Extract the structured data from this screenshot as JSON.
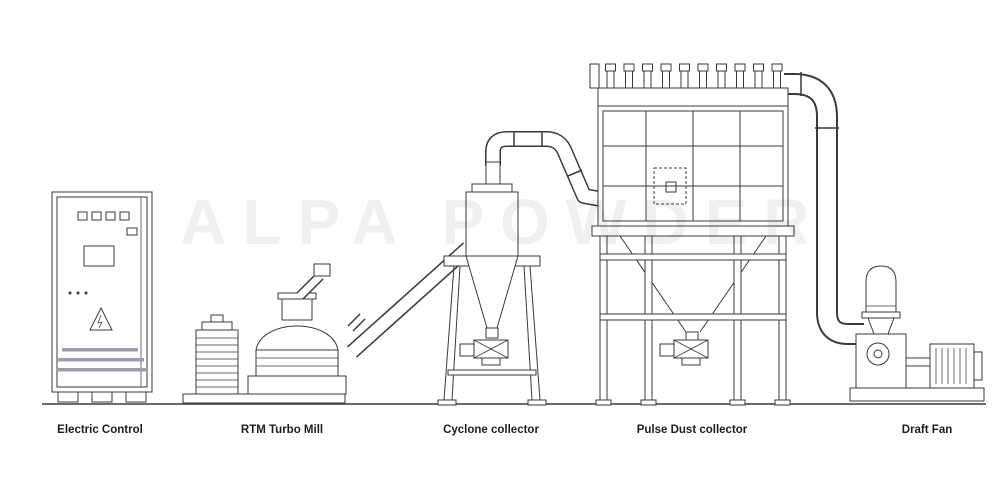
{
  "diagram": {
    "type": "process-flow",
    "labels": {
      "electric_control": "Electric Control",
      "rtm_turbo_mill": "RTM Turbo Mill",
      "cyclone_collector": "Cyclone collector",
      "pulse_dust_collector": "Pulse Dust collector",
      "draft_fan": "Draft Fan"
    },
    "watermark": {
      "left": "ALPA",
      "right": "POWDER"
    },
    "colors": {
      "line": "#3a3a3a",
      "label": "#1d1d1d",
      "background": "#ffffff",
      "watermark": "#000000"
    }
  }
}
